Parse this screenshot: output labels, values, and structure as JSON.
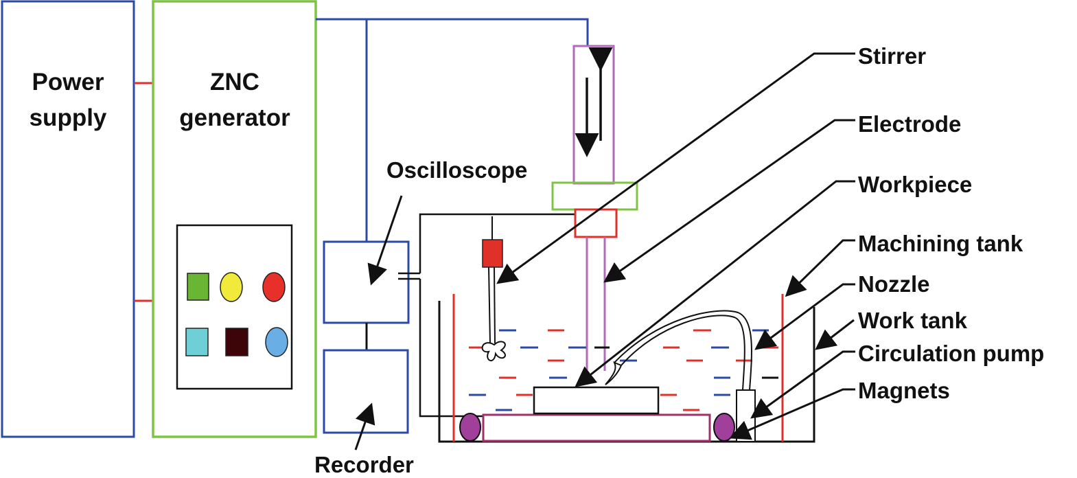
{
  "labels": {
    "power_supply": [
      "Power",
      "supply"
    ],
    "znc_generator": [
      "ZNC",
      "generator"
    ],
    "oscilloscope": "Oscilloscope",
    "recorder": "Recorder",
    "stirrer": "Stirrer",
    "electrode": "Electrode",
    "workpiece": "Workpiece",
    "machining_tank": "Machining tank",
    "nozzle": "Nozzle",
    "work_tank": "Work tank",
    "circulation_pump": "Circulation pump",
    "magnets": "Magnets"
  },
  "control_panel": {
    "indicators": [
      {
        "shape": "square",
        "color": "#6ab534"
      },
      {
        "shape": "circle",
        "color": "#f2ea3a"
      },
      {
        "shape": "circle",
        "color": "#e8302a"
      },
      {
        "shape": "square",
        "color": "#6fcfd6"
      },
      {
        "shape": "square",
        "color": "#3d0508"
      },
      {
        "shape": "circle",
        "color": "#6aaee6"
      }
    ]
  },
  "colors": {
    "blue_line": "#2b4aa8",
    "green_line": "#7cc442",
    "red_line": "#e0302a",
    "magenta_line": "#b06ab8",
    "black_line": "#111111",
    "magnet_fill": "#a0409a",
    "stirrer_fill": "#e0302a"
  }
}
